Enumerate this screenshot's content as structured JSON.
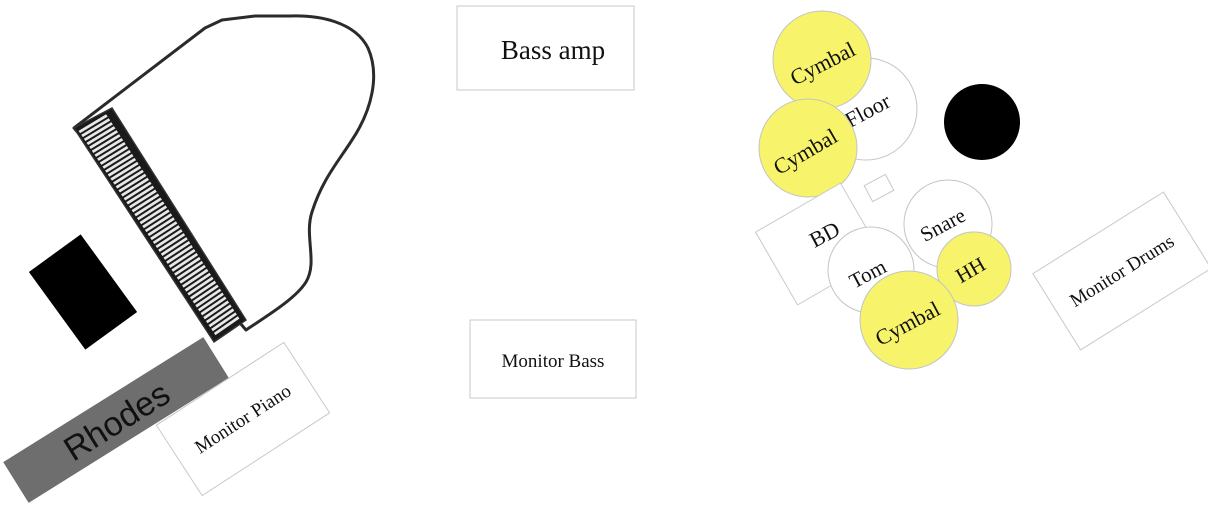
{
  "stage": {
    "piano": {
      "keyboard_color": "#111111",
      "body_color": "#ffffff"
    },
    "rhodes": {
      "label": "Rhodes",
      "color": "#6e6e6e"
    },
    "piano_stool": {
      "color": "#000000"
    },
    "monitor_piano": {
      "label": "Monitor Piano"
    },
    "bass_amp": {
      "label": "Bass amp"
    },
    "monitor_bass": {
      "label": "Monitor Bass"
    },
    "monitor_drums": {
      "label": "Monitor Drums"
    },
    "drum_kit": {
      "cymbal_color": "#f7f36a",
      "cymbal_top": {
        "label": "Cymbal"
      },
      "floor_tom": {
        "label": "Floor"
      },
      "cymbal_mid": {
        "label": "Cymbal"
      },
      "bass_drum": {
        "label": "BD"
      },
      "snare": {
        "label": "Snare"
      },
      "tom": {
        "label": "Tom"
      },
      "hihat": {
        "label": "HH"
      },
      "cymbal_bottom": {
        "label": "Cymbal"
      },
      "drum_stool": {
        "color": "#000000"
      }
    }
  }
}
